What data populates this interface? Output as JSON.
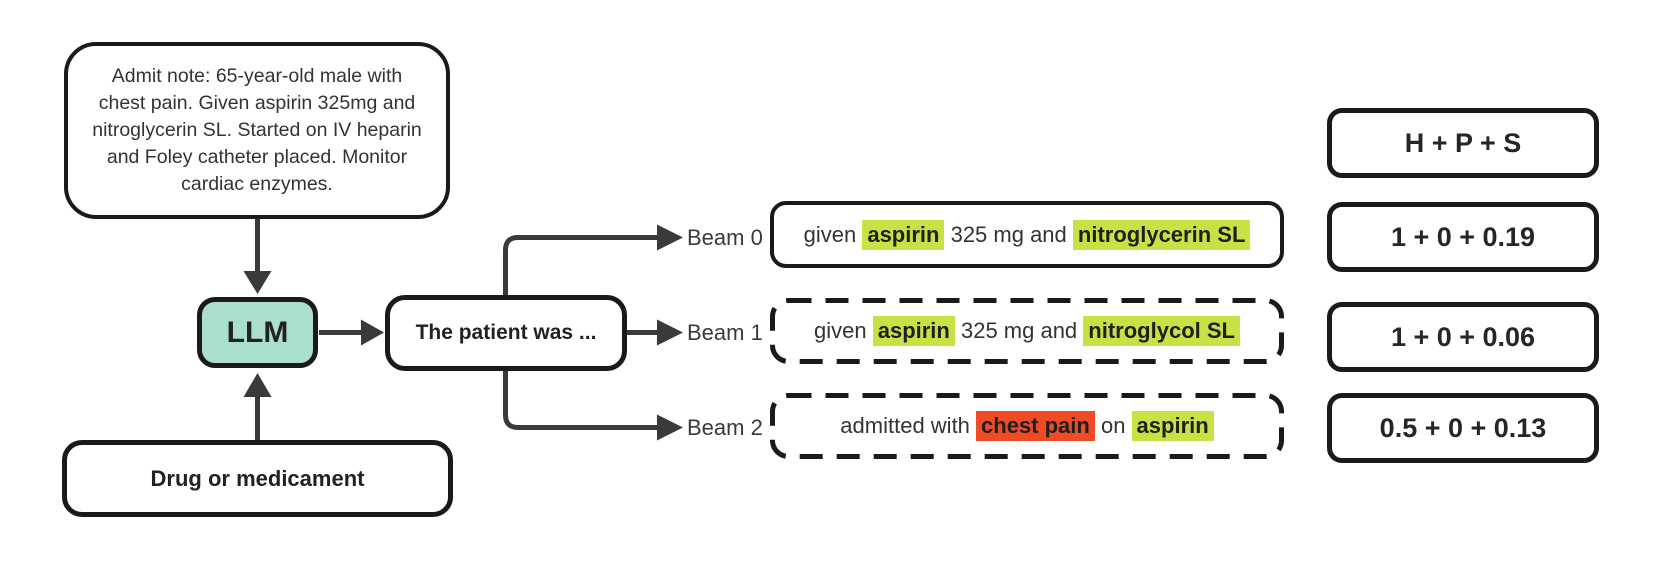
{
  "nodes": {
    "admit_note": {
      "text": "Admit note: 65-year-old male with chest pain. Given aspirin 325mg and nitroglycerin SL. Started on IV heparin and Foley catheter placed. Monitor cardiac enzymes."
    },
    "llm": {
      "label": "LLM"
    },
    "prompt": {
      "label": "The patient was ..."
    },
    "drug": {
      "label": "Drug or medicament"
    }
  },
  "scores": {
    "header": "H + P + S"
  },
  "beams": [
    {
      "label": "Beam 0",
      "box_style": "solid",
      "segments": [
        {
          "text": "given ",
          "hl": null
        },
        {
          "text": "aspirin",
          "hl": "green"
        },
        {
          "text": " 325 mg and ",
          "hl": null
        },
        {
          "text": "nitroglycerin SL",
          "hl": "green"
        }
      ],
      "score": "1 + 0 + 0.19"
    },
    {
      "label": "Beam 1",
      "box_style": "dashed",
      "segments": [
        {
          "text": "given ",
          "hl": null
        },
        {
          "text": "aspirin",
          "hl": "green"
        },
        {
          "text": " 325 mg and ",
          "hl": null
        },
        {
          "text": "nitroglycol SL",
          "hl": "green"
        }
      ],
      "score": "1 + 0 + 0.06"
    },
    {
      "label": "Beam 2",
      "box_style": "dashed",
      "segments": [
        {
          "text": "admitted with ",
          "hl": null
        },
        {
          "text": "chest pain",
          "hl": "red"
        },
        {
          "text": " on ",
          "hl": null
        },
        {
          "text": "aspirin",
          "hl": "green"
        }
      ],
      "score": "0.5 + 0 + 0.13"
    }
  ],
  "colors": {
    "llm_fill": "#aadfce",
    "highlight_green": "#c9e145",
    "highlight_red": "#ee4b26",
    "line": "#3a3a3a",
    "border": "#1a1a1a",
    "background": "#ffffff"
  }
}
